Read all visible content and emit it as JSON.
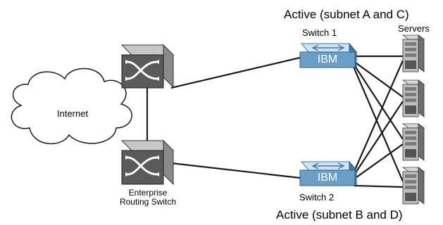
{
  "labels": {
    "top_status": "Active (subnet A and C)",
    "bottom_status": "Active (subnet B and D)",
    "switch1": "Switch 1",
    "switch2": "Switch 2",
    "servers": "Servers",
    "internet": "Internet",
    "enterprise_line1": "Enterprise",
    "enterprise_line2": "Routing Switch",
    "switch_brand": "IBM"
  },
  "colors": {
    "line": "#1a1a1a",
    "cloud_fill": "#ffffff",
    "router_fill": "#c8c8c8",
    "router_front": "#5a5a5a",
    "switch_top": "#cfe3f0",
    "switch_front": "#6a9fc7",
    "switch_side": "#3f7aa6",
    "server_light": "#d8d8d8",
    "server_dark": "#6e6e6e"
  },
  "icons": {
    "cloud": "internet-cloud-icon",
    "router": "enterprise-routing-switch-icon",
    "switch": "ibm-switch-icon",
    "server": "server-icon"
  }
}
